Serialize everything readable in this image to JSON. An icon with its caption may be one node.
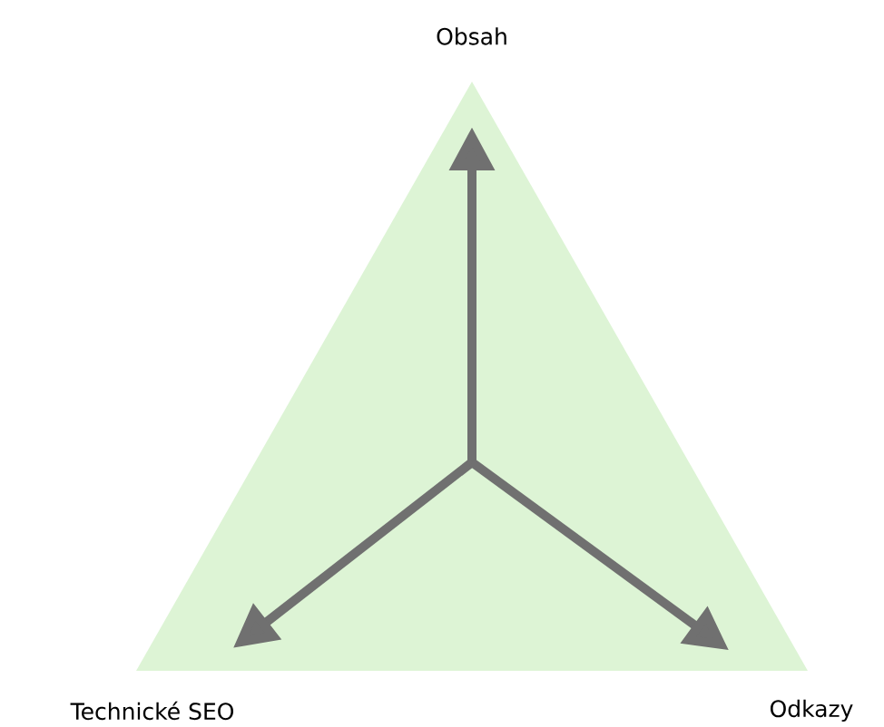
{
  "diagram": {
    "nodes": [
      {
        "text": [
          "Obsah"
        ]
      },
      {
        "text": [
          "Technické SEO"
        ]
      },
      {
        "text": [
          "Odkazy"
        ]
      }
    ],
    "edges": [
      {
        "from": null,
        "to": 0,
        "arrow": "to"
      },
      {
        "from": null,
        "to": 1,
        "arrow": "to"
      },
      {
        "from": null,
        "to": 2,
        "arrow": "to"
      }
    ]
  }
}
